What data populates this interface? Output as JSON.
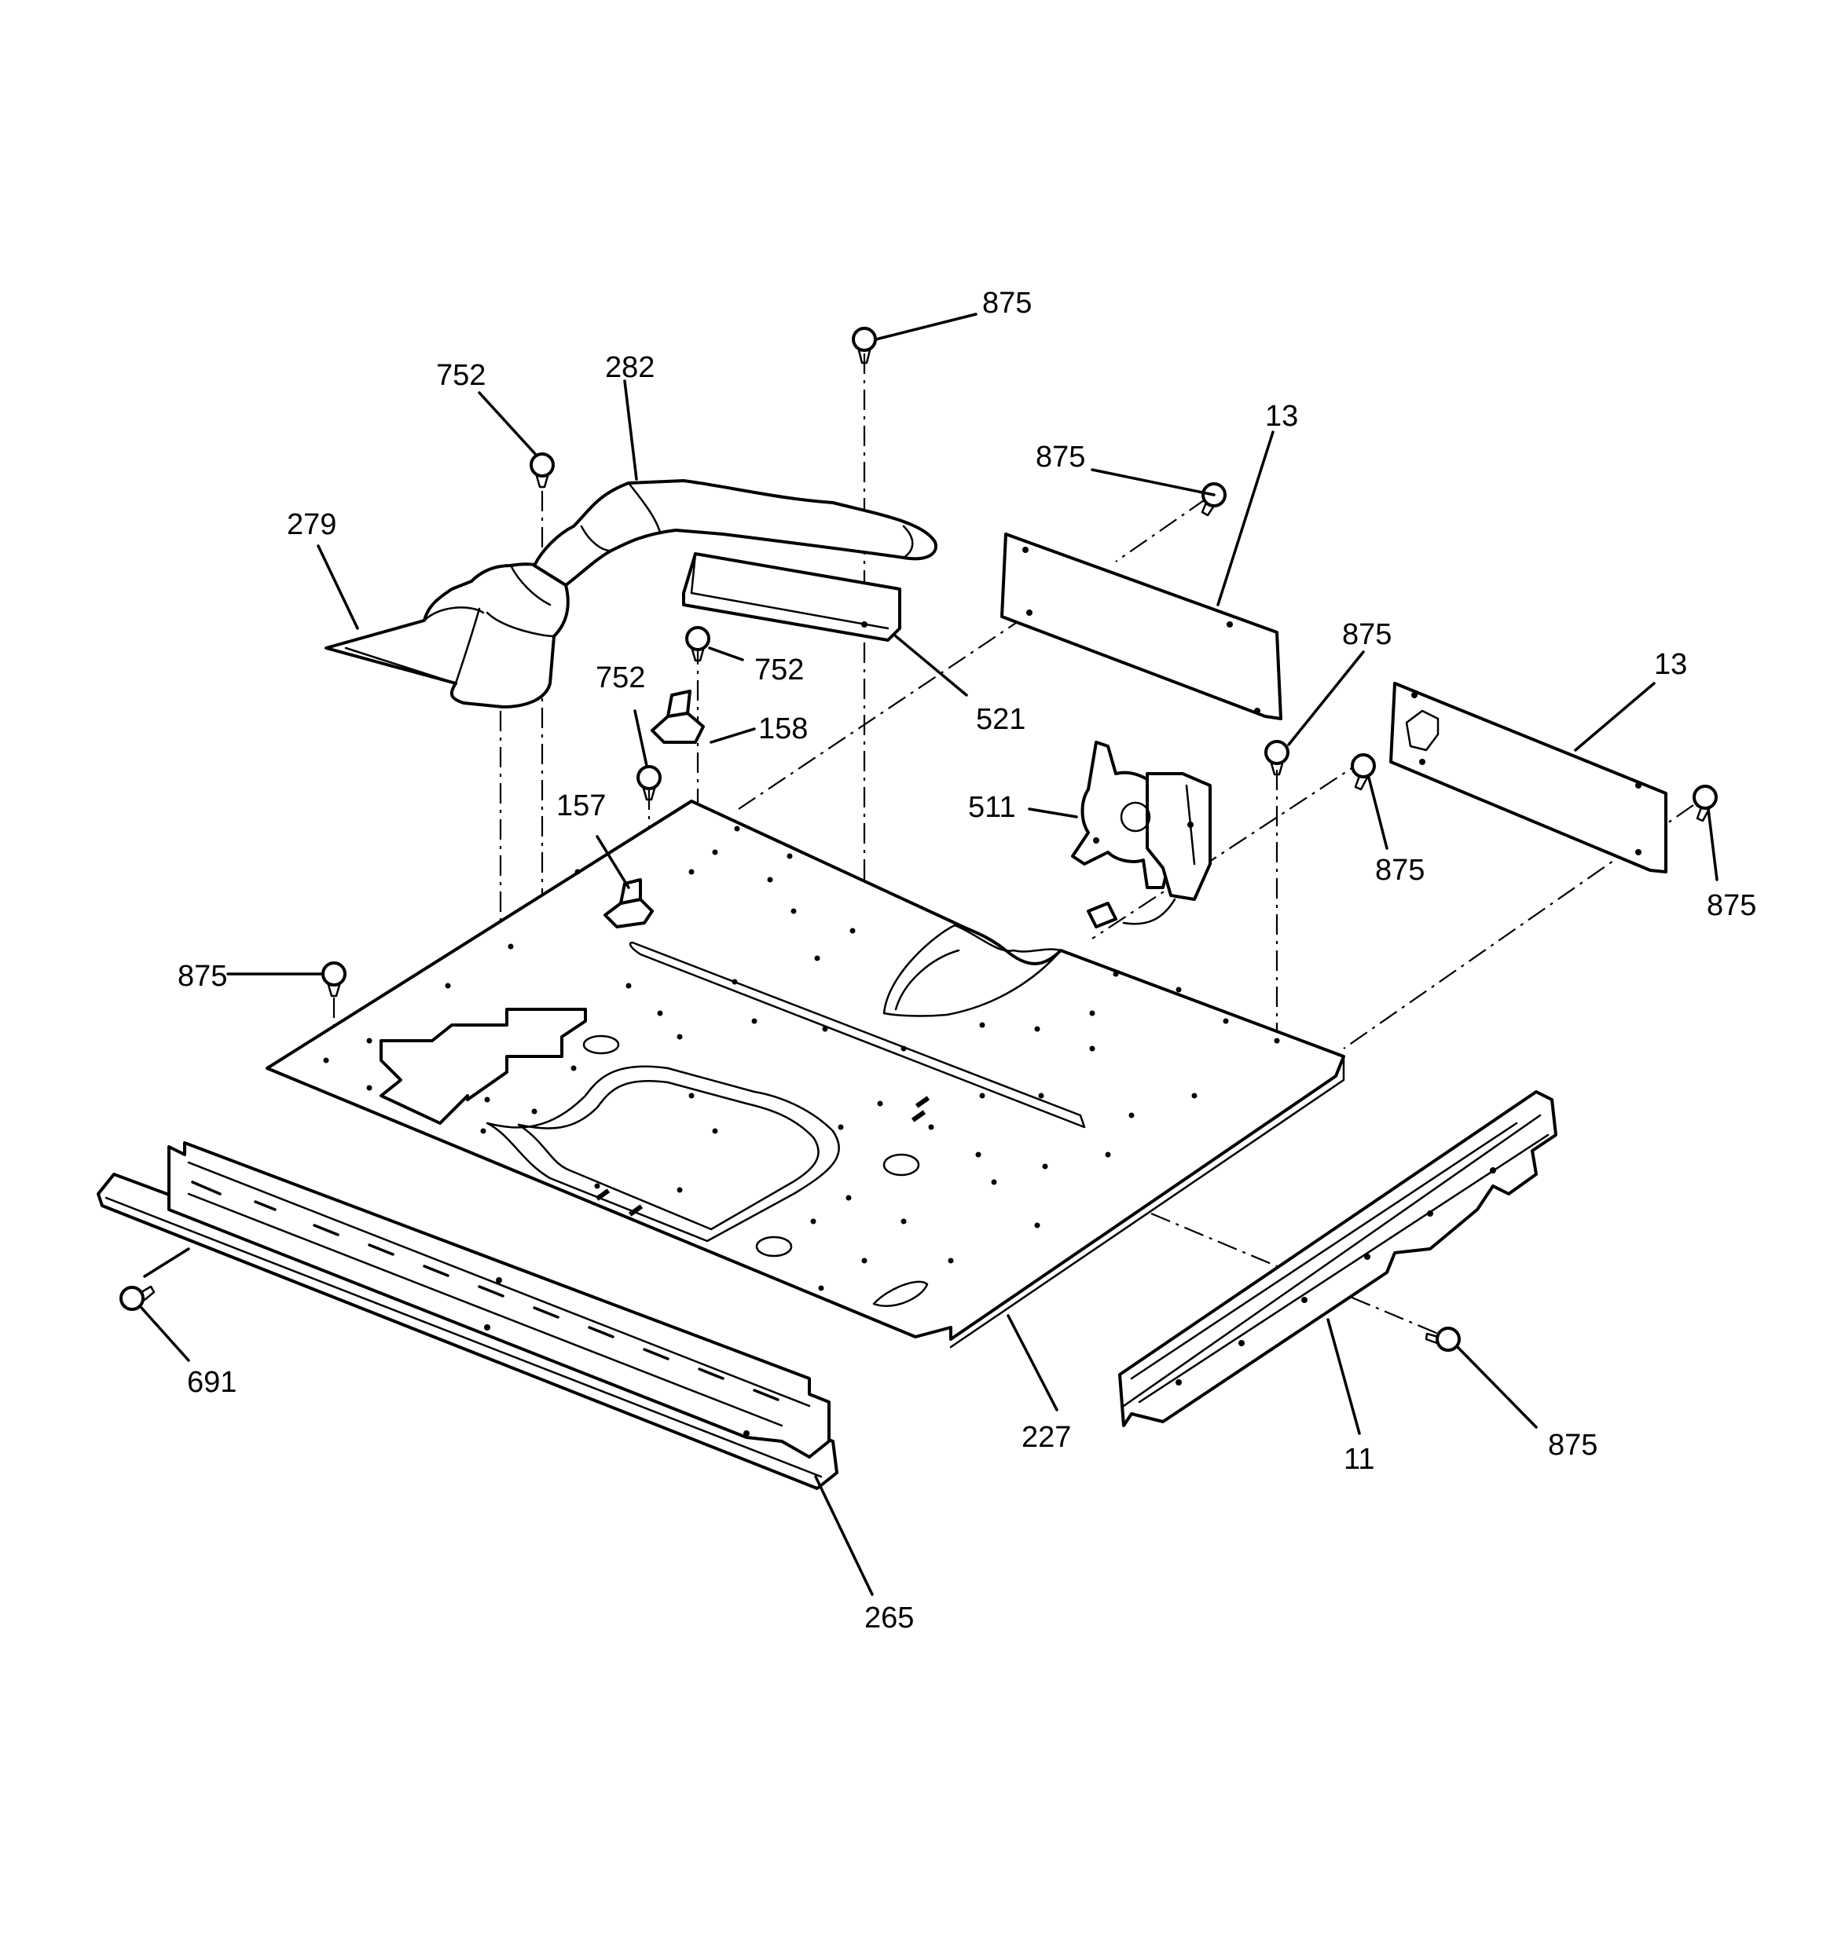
{
  "callouts": [
    {
      "text": "875",
      "part": "screw"
    },
    {
      "text": "752",
      "part": "screw"
    },
    {
      "text": "282",
      "part": "duct"
    },
    {
      "text": "279",
      "part": "vent-hood"
    },
    {
      "text": "13",
      "part": "cover-plate"
    },
    {
      "text": "875",
      "part": "screw"
    },
    {
      "text": "752",
      "part": "screw"
    },
    {
      "text": "521",
      "part": "bracket"
    },
    {
      "text": "158",
      "part": "thermostat"
    },
    {
      "text": "752",
      "part": "screw"
    },
    {
      "text": "875",
      "part": "screw"
    },
    {
      "text": "13",
      "part": "cover-plate"
    },
    {
      "text": "157",
      "part": "thermostat"
    },
    {
      "text": "511",
      "part": "fan-motor"
    },
    {
      "text": "875",
      "part": "screw"
    },
    {
      "text": "875",
      "part": "screw"
    },
    {
      "text": "875",
      "part": "screw"
    },
    {
      "text": "691",
      "part": "screw"
    },
    {
      "text": "227",
      "part": "bottom-panel"
    },
    {
      "text": "875",
      "part": "screw"
    },
    {
      "text": "11",
      "part": "side-rail"
    },
    {
      "text": "265",
      "part": "front-trim"
    }
  ]
}
